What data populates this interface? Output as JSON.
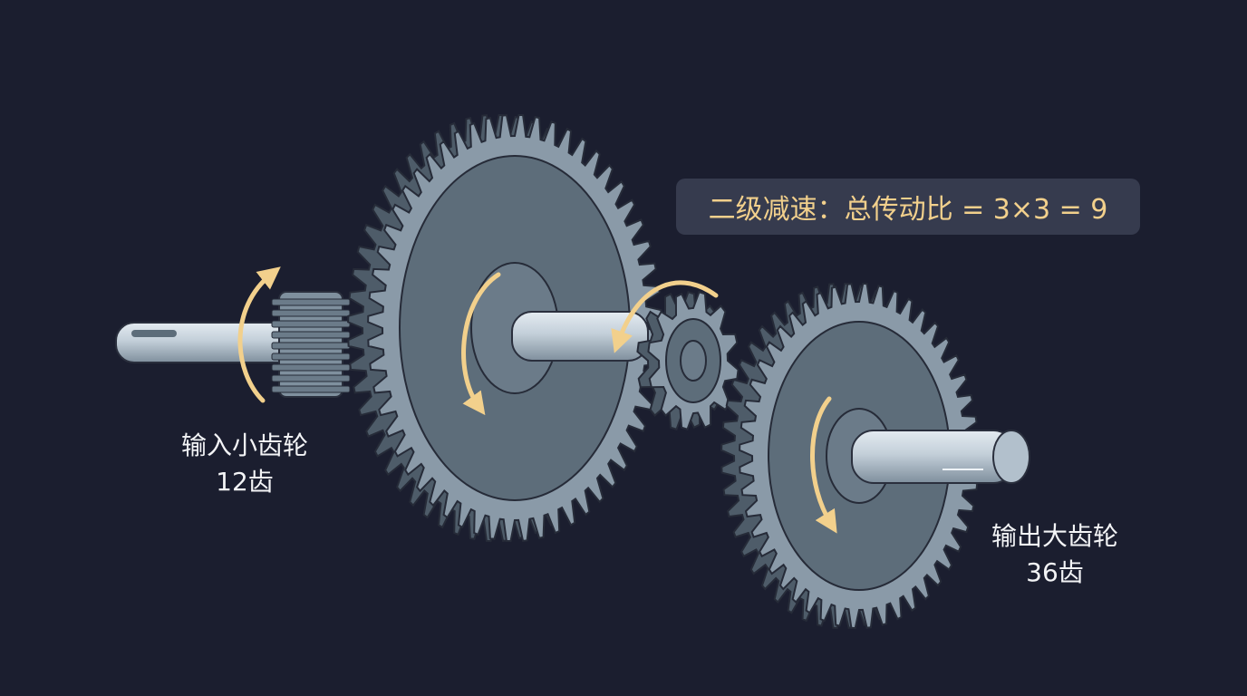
{
  "diagram": {
    "title_box": {
      "text": "二级减速：总传动比 = 3×3 = 9"
    },
    "input_gear": {
      "name": "输入小齿轮",
      "teeth_label": "12齿"
    },
    "output_gear": {
      "name": "输出大齿轮",
      "teeth_label": "36齿"
    }
  },
  "colors": {
    "background": "#1b1e2f",
    "gear_face": "#5d6d7a",
    "gear_teeth": "#8a9aa8",
    "shaft": "#c9d3dc",
    "arrow": "#f2d08c",
    "label_text": "#f3f4f6",
    "formula_text": "#f2d08c",
    "formula_box": "#363b4e"
  }
}
